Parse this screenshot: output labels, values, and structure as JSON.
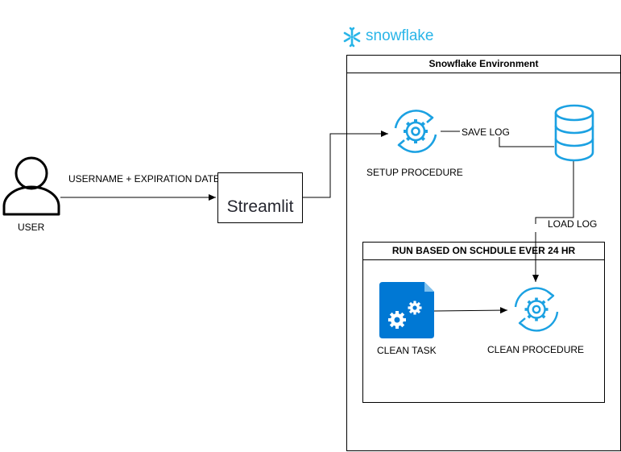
{
  "user": {
    "label": "USER"
  },
  "flow": {
    "user_to_app_label": "USERNAME + EXPIRATION DATE"
  },
  "streamlit": {
    "label": "Streamlit",
    "brand_color": "#FF4B4B"
  },
  "snowflake": {
    "logo_text": "snowflake",
    "brand_color": "#29B5E8",
    "environment_title": "Snowflake Environment"
  },
  "setup": {
    "label": "SETUP PROCEDURE",
    "icon": "gear-refresh-icon"
  },
  "save_log": {
    "label": "SAVE LOG"
  },
  "database": {
    "icon": "database-icon"
  },
  "load_log": {
    "label": "LOAD LOG"
  },
  "schedule": {
    "title": "RUN BASED ON SCHDULE EVER 24 HR",
    "clean_task_label": "CLEAN TASK",
    "clean_procedure_label": "CLEAN PROCEDURE",
    "task_color": "#0078D4"
  }
}
